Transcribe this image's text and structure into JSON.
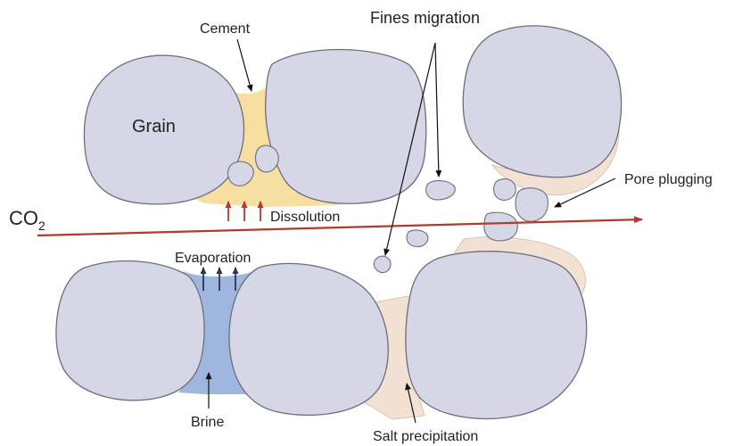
{
  "labels": {
    "cement": "Cement",
    "fines_migration": "Fines migration",
    "grain": "Grain",
    "pore_plugging": "Pore plugging",
    "co2_main": "CO",
    "co2_sub": "2",
    "dissolution": "Dissolution",
    "evaporation": "Evaporation",
    "brine": "Brine",
    "salt_precipitation": "Salt precipitation"
  },
  "colors": {
    "grain_fill": "#d5d6e6",
    "cement": "#f6dfa0",
    "salt": "#f3e1d3",
    "brine": "#9fb7df",
    "co2_arrow": "#b03a2e",
    "dissolution_arrows": "#b03a2e",
    "evaporation_arrows": "#2b3556"
  }
}
